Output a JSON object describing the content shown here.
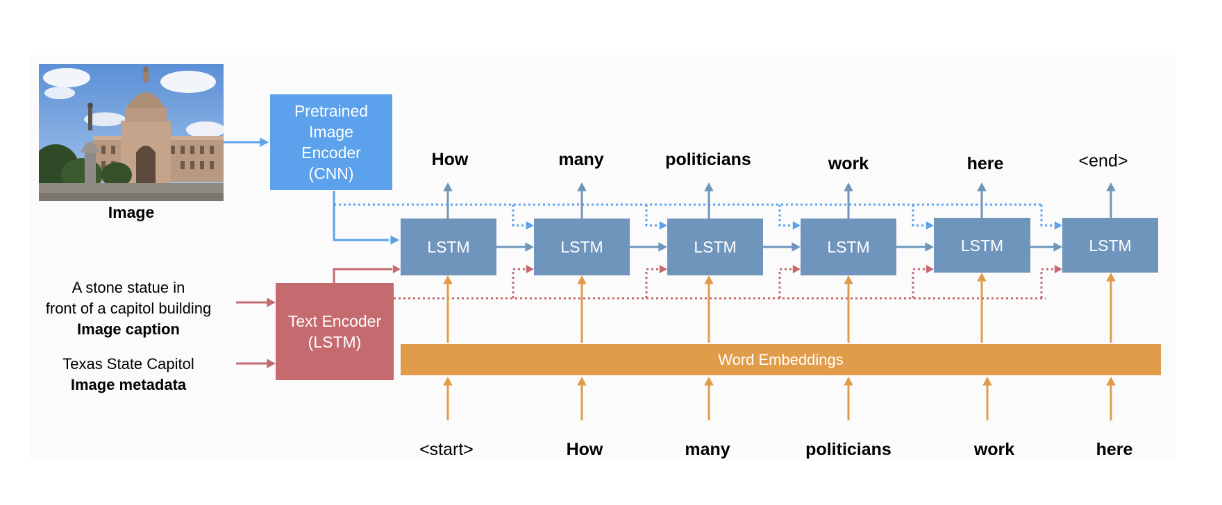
{
  "image": {
    "label": "Image"
  },
  "image_encoder": {
    "lines": [
      "Pretrained",
      "Image",
      "Encoder",
      "(CNN)"
    ]
  },
  "text_encoder": {
    "lines": [
      "Text Encoder",
      "(LSTM)"
    ]
  },
  "caption": {
    "line1": "A stone statue in",
    "line2": "front of a capitol building",
    "title": "Image caption"
  },
  "metadata": {
    "line1": "Texas State Capitol",
    "title": "Image metadata"
  },
  "lstm_label": "LSTM",
  "word_embeddings": "Word Embeddings",
  "outputs": [
    "How",
    "many",
    "politicians",
    "work",
    "here",
    "<end>"
  ],
  "inputs": [
    "<start>",
    "How",
    "many",
    "politicians",
    "work",
    "here"
  ],
  "colors": {
    "image_encoder": "#5ba1ec",
    "text_encoder": "#c56a6e",
    "lstm": "#6f95bd",
    "embeddings": "#e19c4a",
    "lstm_arrow": "#6f95bd"
  }
}
